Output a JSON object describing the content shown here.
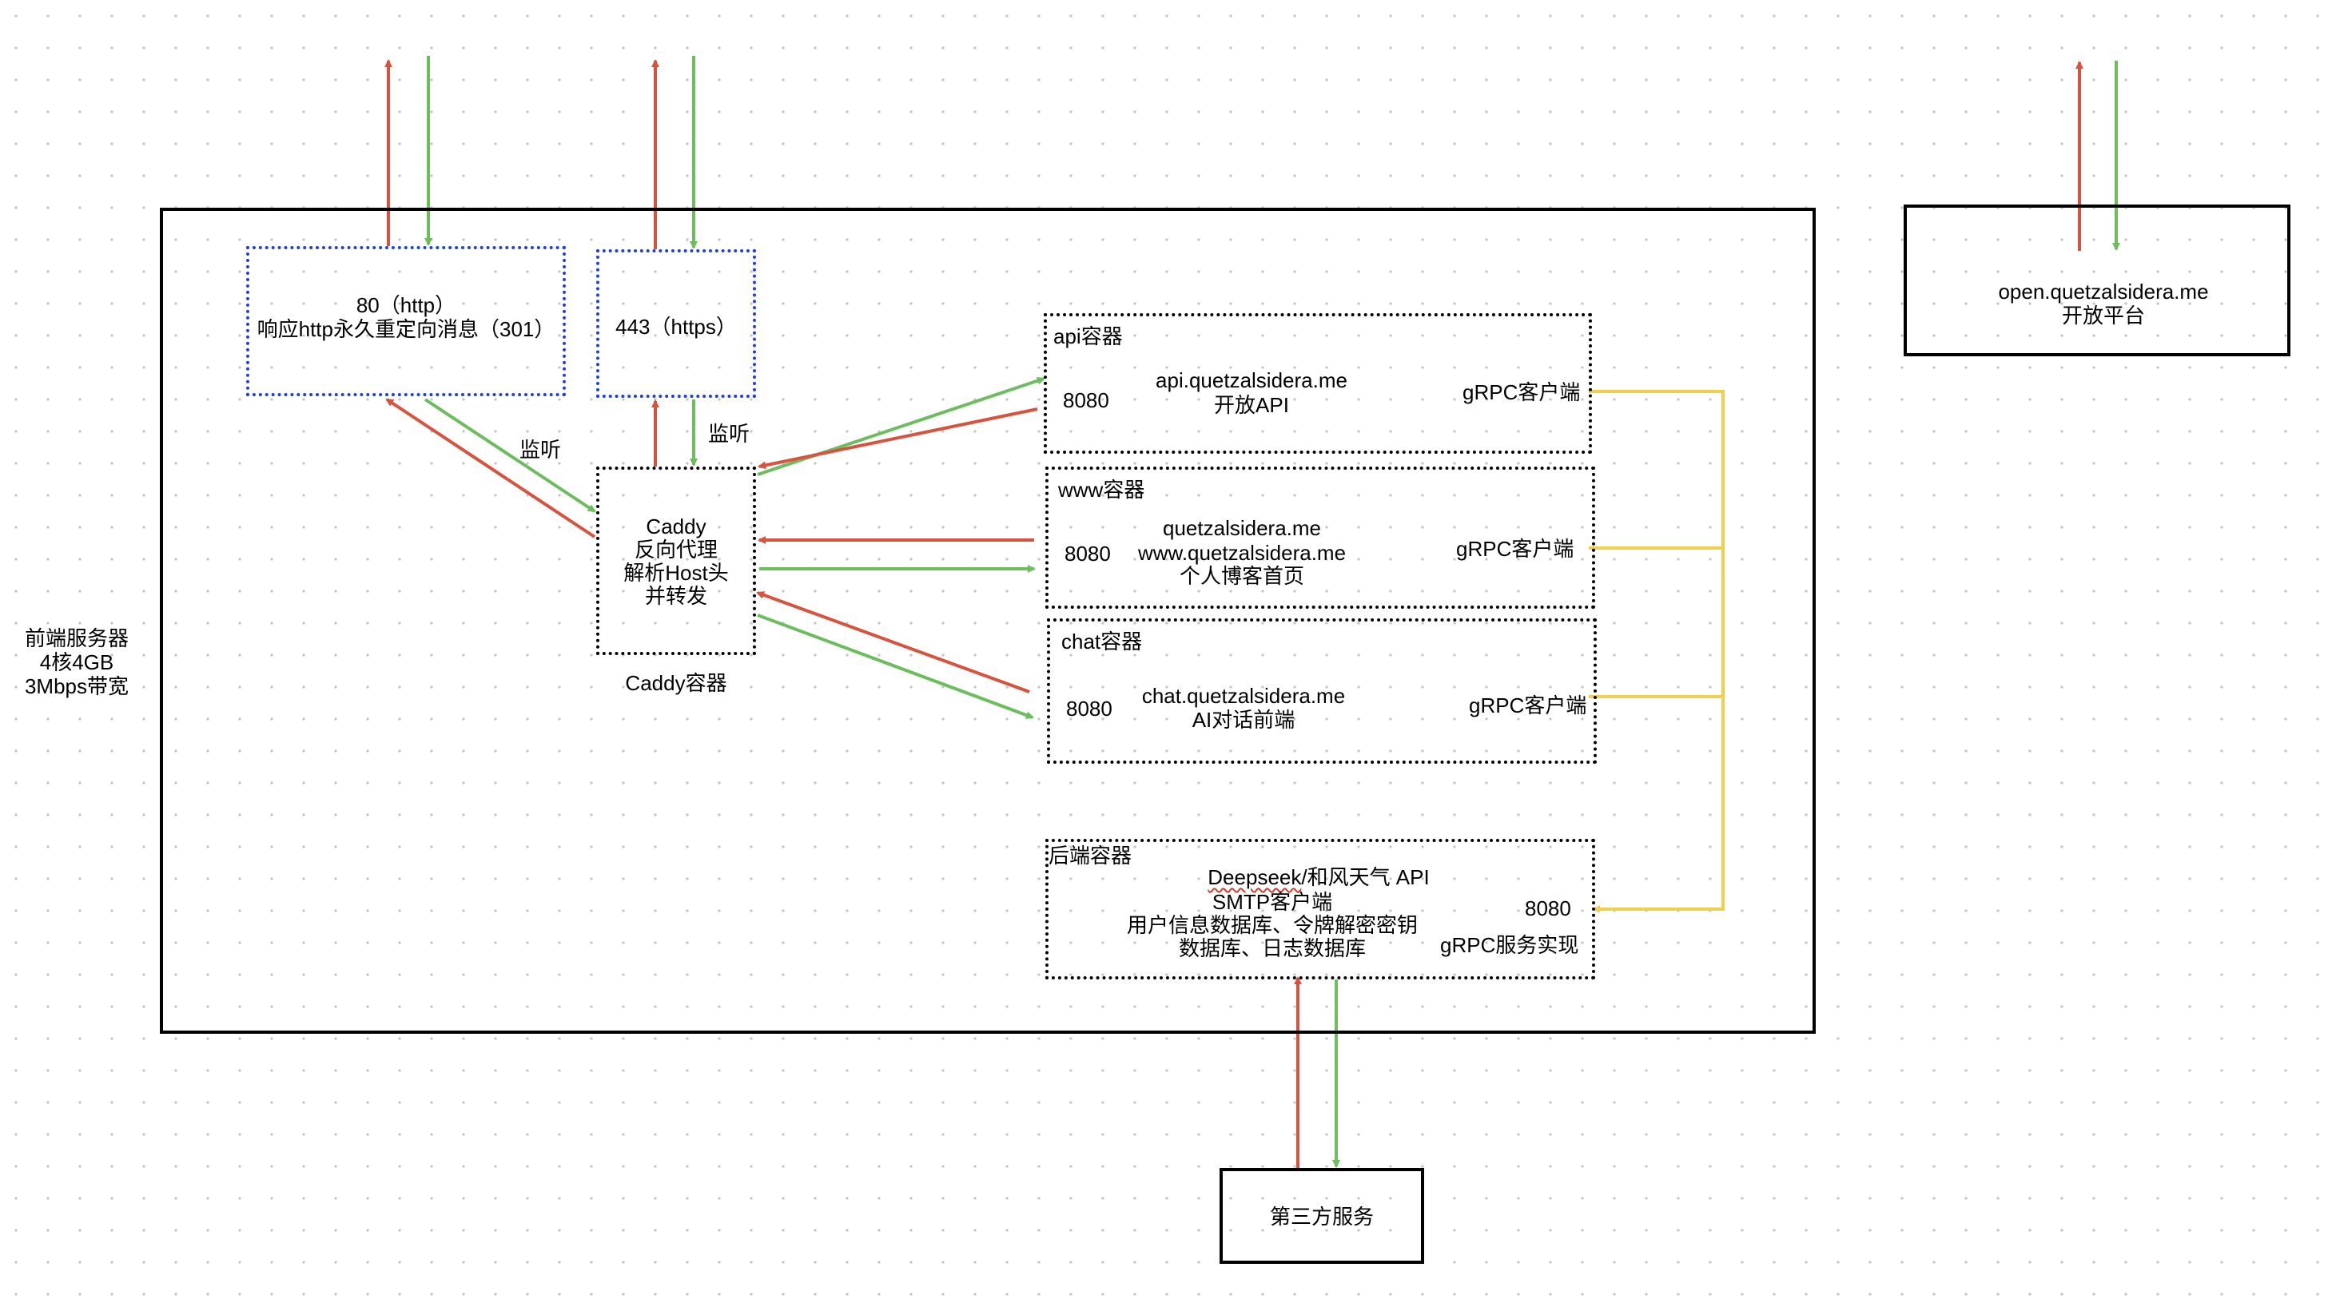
{
  "server": {
    "label_lines": [
      "前端服务器",
      "4核4GB",
      "3Mbps带宽"
    ]
  },
  "http_box": {
    "line1": "80（http）",
    "line2": "响应http永久重定向消息（301）"
  },
  "https_box": {
    "label": "443（https）"
  },
  "listen_labels": [
    "监听",
    "监听"
  ],
  "caddy_box": {
    "lines": [
      "Caddy",
      "反向代理",
      "解析Host头",
      "并转发"
    ],
    "caption": "Caddy容器"
  },
  "api_container": {
    "title": "api容器",
    "port": "8080",
    "domain": "api.quetzalsidera.me",
    "desc": "开放API",
    "grpc": "gRPC客户端"
  },
  "www_container": {
    "title": "www容器",
    "port": "8080",
    "domain1": "quetzalsidera.me",
    "domain2": "www.quetzalsidera.me",
    "desc": "个人博客首页",
    "grpc": "gRPC客户端"
  },
  "chat_container": {
    "title": "chat容器",
    "port": "8080",
    "domain": "chat.quetzalsidera.me",
    "desc": "AI对话前端",
    "grpc": "gRPC客户端"
  },
  "backend_container": {
    "title": "后端容器",
    "line1_a": "Deepseek",
    "line1_b": "/和风天气 API",
    "line2": "SMTP客户端",
    "line3": "用户信息数据库、令牌解密密钥",
    "line4": "数据库、日志数据库",
    "port": "8080",
    "grpc": "gRPC服务实现"
  },
  "open_platform": {
    "domain": "open.quetzalsidera.me",
    "desc": "开放平台"
  },
  "third_party": {
    "label": "第三方服务"
  },
  "colors": {
    "request": "#6cbd5e",
    "response": "#d8533d",
    "grpc": "#f0cf4f",
    "listen_box": "#1f3fe0"
  }
}
